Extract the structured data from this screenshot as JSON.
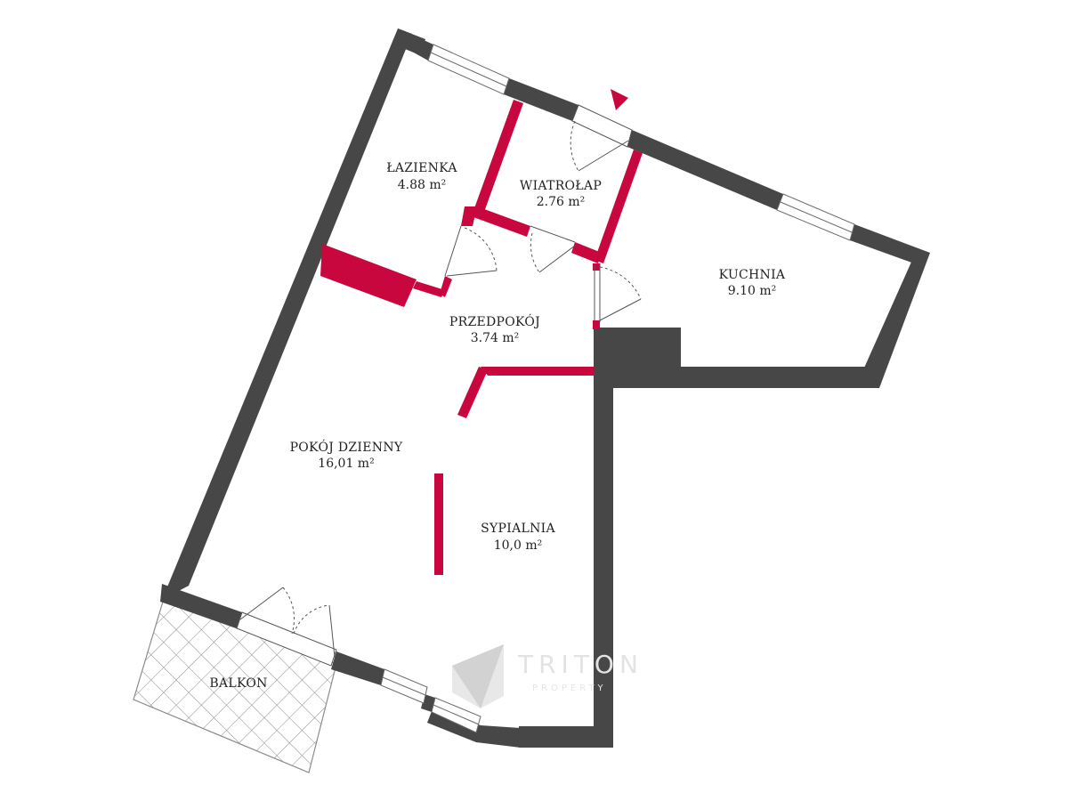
{
  "rooms": [
    {
      "name": "ŁAZIENKA",
      "area": "4.88 m²"
    },
    {
      "name": "WIATROŁAP",
      "area": "2.76 m²"
    },
    {
      "name": "KUCHNIA",
      "area": "9.10 m²"
    },
    {
      "name": "PRZEDPOKÓJ",
      "area": "3.74 m²"
    },
    {
      "name": "POKÓJ DZIENNY",
      "area": "16,01 m²"
    },
    {
      "name": "SYPIALNIA",
      "area": "10,0 m²"
    },
    {
      "name": "BALKON",
      "area": ""
    }
  ],
  "watermark": {
    "brand": "TRITON",
    "sub": "PROPERTY"
  },
  "colors": {
    "outer_wall": "#474747",
    "inner_wall": "#c8073f",
    "entrance_marker": "#c8073f",
    "balcony_hatch": "#9a9a9a"
  }
}
